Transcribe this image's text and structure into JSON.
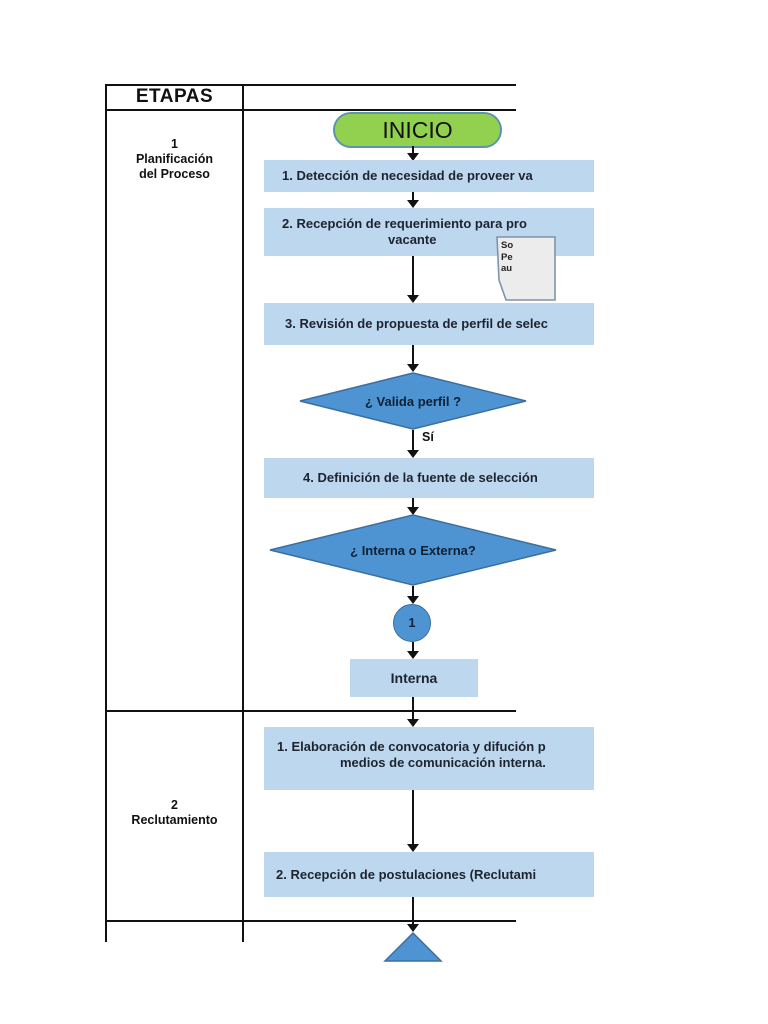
{
  "colors": {
    "start_fill": "#92D050",
    "start_border": "#5D94AD",
    "process_fill": "#BDD7EE",
    "decision_fill": "#4E94D2",
    "decision_border": "#3C6E9F",
    "note_fill": "#ECECEC",
    "note_border": "#7F93AA",
    "line_color": "#111111",
    "text_dark": "#1D2430"
  },
  "table": {
    "header": "ETAPAS",
    "stages": [
      {
        "number": "1",
        "line1": "Planificación",
        "line2": "del Proceso"
      },
      {
        "number": "2",
        "line1": "Reclutamiento"
      }
    ]
  },
  "flow": {
    "start": "INICIO",
    "s1_box1": "1. Detección de necesidad de proveer va",
    "s1_box2_l1": "2. Recepción de requerimiento para  pro",
    "s1_box2_l2": "vacante",
    "note_l1": "So",
    "note_l2": "Pe",
    "note_l3": "au",
    "s1_box3": "3. Revisión de propuesta de perfil de selec",
    "decision1": "¿ Valida perfil ?",
    "decision1_yes": "Sí",
    "s1_box4": "4. Definición de la fuente de selección",
    "decision2": "¿ Interna o Externa?",
    "connector": "1",
    "branch_label": "Interna",
    "s2_box1_l1": "1. Elaboración de convocatoria y difución p",
    "s2_box1_l2": "medios de comunicación interna.",
    "s2_box2": "2. Recepción de postulaciones (Reclutami"
  }
}
